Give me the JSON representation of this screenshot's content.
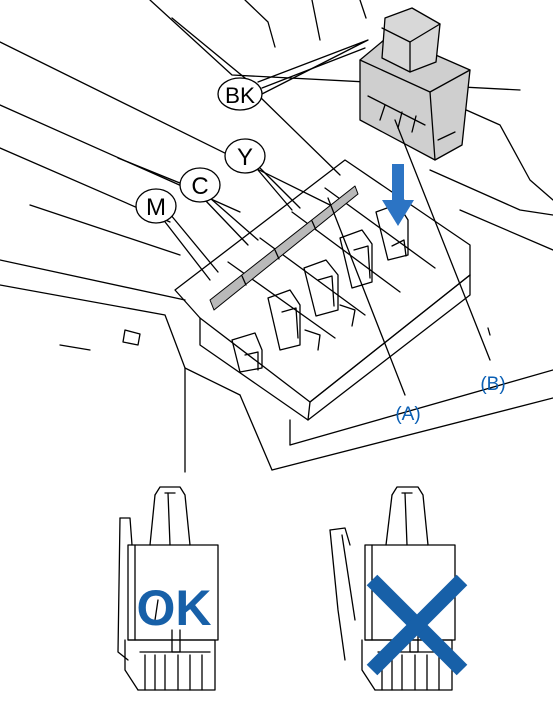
{
  "diagram": {
    "callouts": {
      "black": "BK",
      "yellow": "Y",
      "cyan": "C",
      "magenta": "M"
    },
    "labels": {
      "a": "(A)",
      "b": "(B)"
    },
    "marks": {
      "ok": "OK"
    },
    "colors": {
      "line": "#000000",
      "label_blue": "#0a5fb4",
      "ok_blue": "#1760a8",
      "x_blue": "#1760a8",
      "arrow_blue": "#2c74c4",
      "slot_gray": "#b9b9b9",
      "cart_gray": "#cfcfcf"
    }
  }
}
